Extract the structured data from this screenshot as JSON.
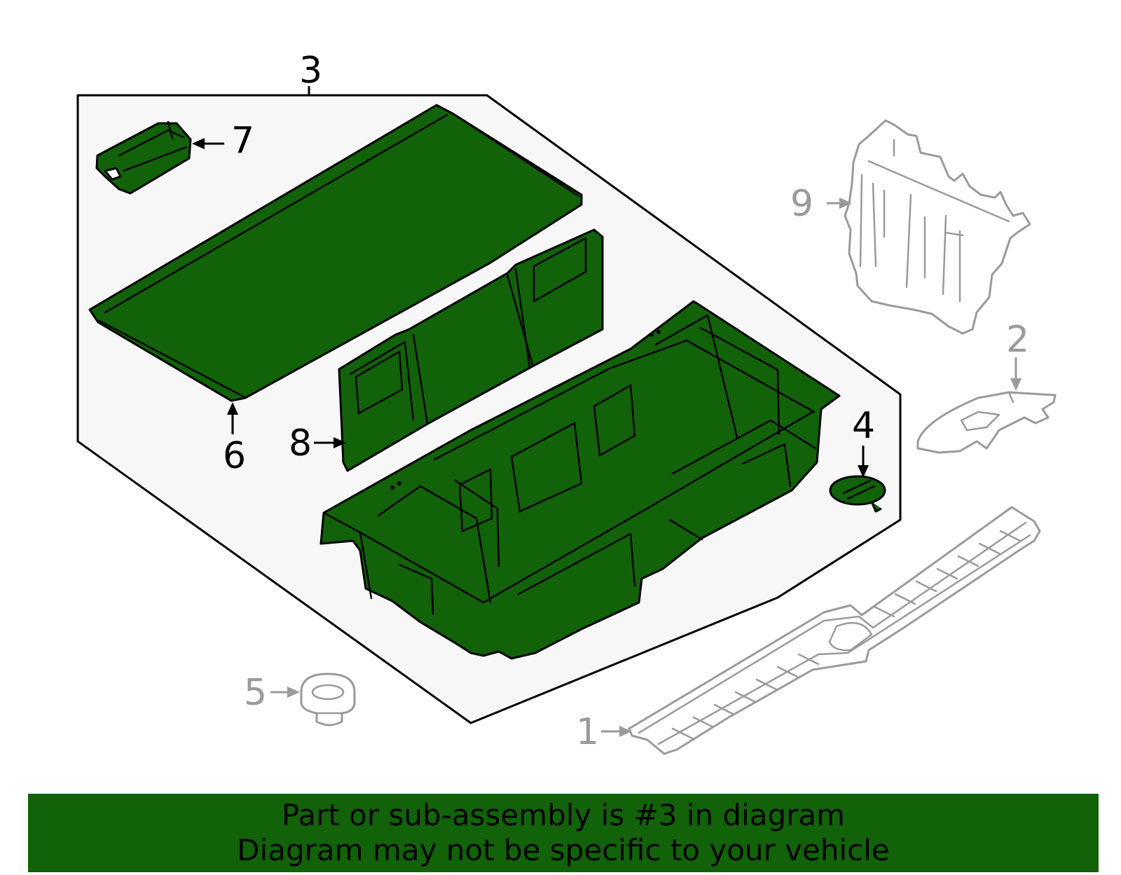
{
  "diagram": {
    "callouts": {
      "c1": "1",
      "c2": "2",
      "c3": "3",
      "c4": "4",
      "c5": "5",
      "c6": "6",
      "c7": "7",
      "c8": "8",
      "c9": "9"
    },
    "highlighted_part": "3",
    "colors": {
      "highlight": "#116208",
      "inactive": "#9a9a9a",
      "panel": "#f7f7f7",
      "outline": "#000000"
    }
  },
  "banner": {
    "line1": "Part or sub-assembly is #3 in diagram",
    "line2": "Diagram may not be specific to your vehicle",
    "color": "#116208"
  }
}
